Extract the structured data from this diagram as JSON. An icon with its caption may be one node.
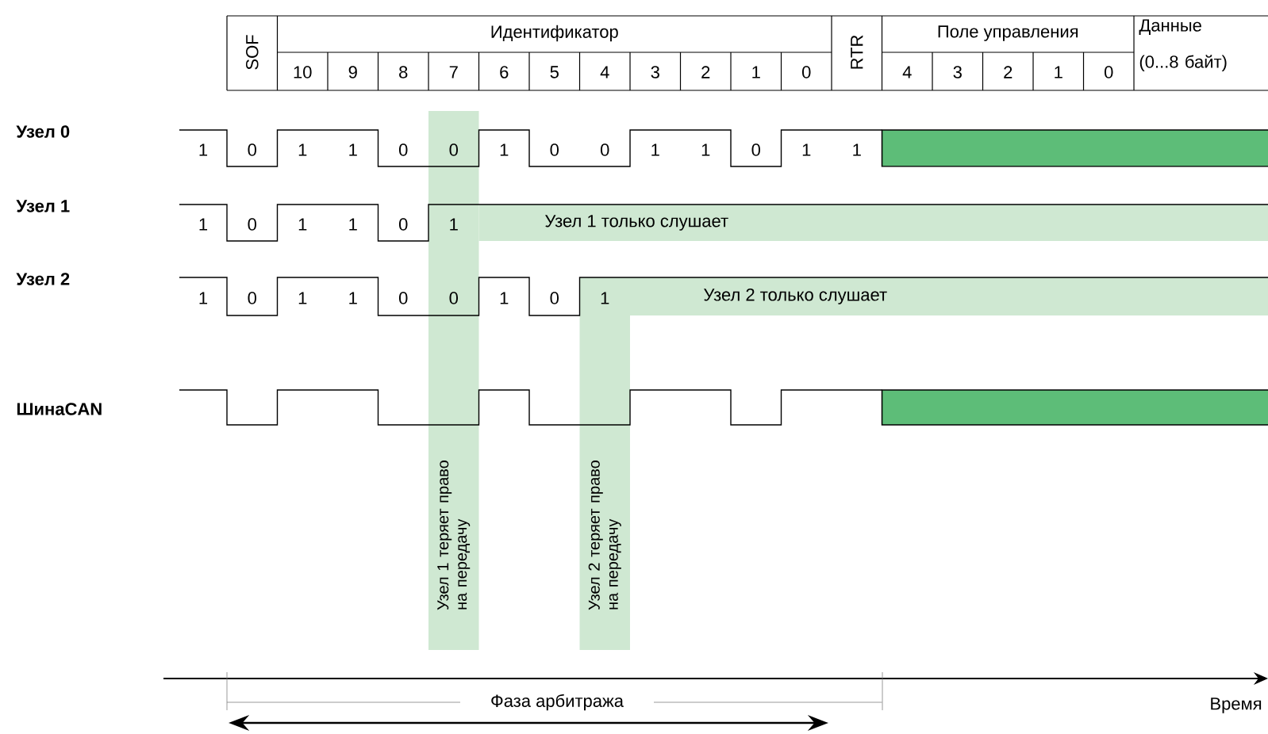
{
  "diagram": {
    "nodes": [
      {
        "text": [
          "Узел 1 только слушает"
        ]
      },
      {
        "text": [
          "Узел 2 только слушает"
        ]
      },
      {
        "text": [
          "Узел 1 теряет право на передачу"
        ]
      },
      {
        "text": [
          "Узел 2 теряет право на передачу"
        ]
      }
    ],
    "labels": [
      "SOF",
      "Идентификатор",
      "RTR",
      "Поле управления",
      "Данные (0...8 байт)",
      "10",
      "9",
      "8",
      "7",
      "6",
      "5",
      "4",
      "3",
      "2",
      "1",
      "0",
      "4",
      "3",
      "2",
      "1",
      "0",
      "Узел 0",
      "1",
      "0",
      "1",
      "1",
      "0",
      "0",
      "1",
      "0",
      "0",
      "1",
      "1",
      "0",
      "1",
      "1",
      "Узел 1",
      "1",
      "0",
      "1",
      "1",
      "0",
      "1",
      "Узел 2",
      "1",
      "0",
      "1",
      "1",
      "0",
      "0",
      "1",
      "0",
      "1",
      "ШинаCAN",
      "Фаза арбитража",
      "Время"
    ]
  }
}
